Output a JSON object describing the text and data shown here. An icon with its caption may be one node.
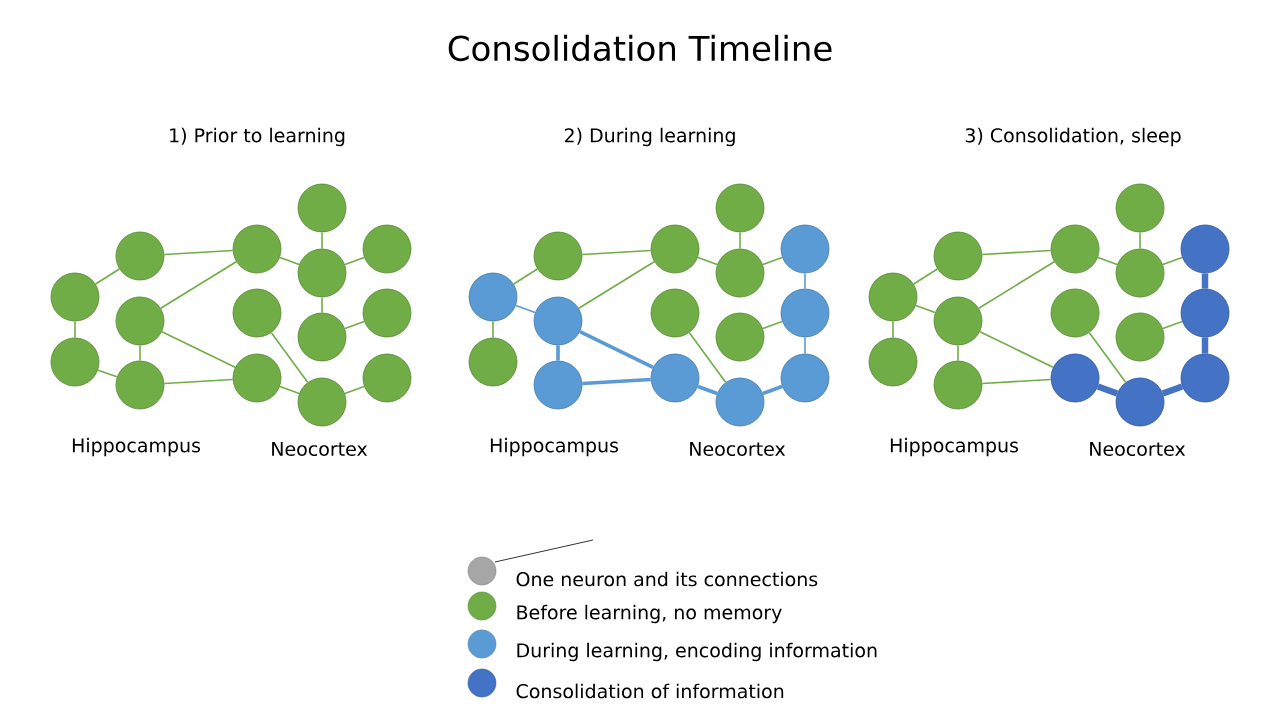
{
  "diagram": {
    "title": "Consolidation Timeline",
    "nodes": [
      {
        "text": [],
        "shape": "circle"
      },
      {
        "text": [],
        "shape": "circle"
      },
      {
        "text": [],
        "shape": "circle"
      },
      {
        "text": [],
        "shape": "circle"
      },
      {
        "text": [],
        "shape": "circle"
      },
      {
        "text": [],
        "shape": "circle"
      },
      {
        "text": [],
        "shape": "circle"
      },
      {
        "text": [],
        "shape": "circle"
      },
      {
        "text": [],
        "shape": "circle"
      },
      {
        "text": [],
        "shape": "circle"
      },
      {
        "text": [],
        "shape": "circle"
      },
      {
        "text": [],
        "shape": "circle"
      },
      {
        "text": [],
        "shape": "circle"
      },
      {
        "text": [],
        "shape": "circle"
      },
      {
        "text": [],
        "shape": "circle"
      },
      {
        "text": [],
        "shape": "circle"
      },
      {
        "text": [],
        "shape": "circle"
      },
      {
        "text": [],
        "shape": "circle"
      },
      {
        "text": [],
        "shape": "circle"
      },
      {
        "text": [],
        "shape": "circle"
      },
      {
        "text": [],
        "shape": "circle"
      },
      {
        "text": [],
        "shape": "circle"
      },
      {
        "text": [],
        "shape": "circle"
      },
      {
        "text": [],
        "shape": "circle"
      },
      {
        "text": [],
        "shape": "circle"
      },
      {
        "text": [],
        "shape": "circle"
      },
      {
        "text": [],
        "shape": "circle"
      },
      {
        "text": [],
        "shape": "circle"
      },
      {
        "text": [],
        "shape": "circle"
      },
      {
        "text": [],
        "shape": "circle"
      },
      {
        "text": [],
        "shape": "circle"
      },
      {
        "text": [],
        "shape": "circle"
      },
      {
        "text": [],
        "shape": "circle"
      },
      {
        "text": [],
        "shape": "circle"
      },
      {
        "text": [],
        "shape": "circle"
      },
      {
        "text": [],
        "shape": "circle"
      },
      {
        "text": [],
        "shape": "circle"
      },
      {
        "text": [],
        "shape": "circle"
      },
      {
        "text": [],
        "shape": "circle"
      },
      {
        "text": [],
        "shape": "circle"
      },
      {
        "text": [],
        "shape": "circle"
      },
      {
        "text": [],
        "shape": "circle"
      },
      {
        "text": [],
        "shape": "circle"
      },
      {
        "text": [],
        "shape": "circle"
      },
      {
        "text": [],
        "shape": "circle"
      }
    ],
    "edges": [
      {
        "from": 0,
        "to": 2,
        "arrow": "none"
      },
      {
        "from": 0,
        "to": 1,
        "arrow": "none"
      },
      {
        "from": 1,
        "to": 4,
        "arrow": "none"
      },
      {
        "from": 2,
        "to": 5,
        "arrow": "none"
      },
      {
        "from": 3,
        "to": 4,
        "arrow": "none"
      },
      {
        "from": 3,
        "to": 5,
        "arrow": "none"
      },
      {
        "from": 3,
        "to": 7,
        "arrow": "none"
      },
      {
        "from": 4,
        "to": 7,
        "arrow": "none"
      },
      {
        "from": 5,
        "to": 9,
        "arrow": "none"
      },
      {
        "from": 8,
        "to": 9,
        "arrow": "none"
      },
      {
        "from": 9,
        "to": 12,
        "arrow": "none"
      },
      {
        "from": 9,
        "to": 10,
        "arrow": "none"
      },
      {
        "from": 10,
        "to": 13,
        "arrow": "none"
      },
      {
        "from": 6,
        "to": 11,
        "arrow": "none"
      },
      {
        "from": 7,
        "to": 11,
        "arrow": "none"
      },
      {
        "from": 11,
        "to": 14,
        "arrow": "none"
      },
      {
        "from": 15,
        "to": 17,
        "arrow": "none"
      },
      {
        "from": 15,
        "to": 18,
        "arrow": "none",
        "color": "#5b9bd5"
      },
      {
        "from": 15,
        "to": 16,
        "arrow": "none"
      },
      {
        "from": 17,
        "to": 20,
        "arrow": "none"
      },
      {
        "from": 18,
        "to": 19,
        "arrow": "none",
        "style": "thick",
        "color": "#5b9bd5"
      },
      {
        "from": 18,
        "to": 20,
        "arrow": "none"
      },
      {
        "from": 18,
        "to": 22,
        "arrow": "none",
        "style": "thick",
        "color": "#5b9bd5"
      },
      {
        "from": 19,
        "to": 22,
        "arrow": "none",
        "style": "thick",
        "color": "#5b9bd5"
      },
      {
        "from": 20,
        "to": 24,
        "arrow": "none"
      },
      {
        "from": 23,
        "to": 24,
        "arrow": "none"
      },
      {
        "from": 24,
        "to": 27,
        "arrow": "none"
      },
      {
        "from": 27,
        "to": 28,
        "arrow": "none",
        "color": "#5b9bd5"
      },
      {
        "from": 28,
        "to": 29,
        "arrow": "none",
        "color": "#5b9bd5"
      },
      {
        "from": 25,
        "to": 28,
        "arrow": "none"
      },
      {
        "from": 21,
        "to": 26,
        "arrow": "none"
      },
      {
        "from": 22,
        "to": 26,
        "arrow": "none",
        "style": "thick",
        "color": "#5b9bd5"
      },
      {
        "from": 26,
        "to": 29,
        "arrow": "none",
        "style": "thick",
        "color": "#5b9bd5"
      },
      {
        "from": 30,
        "to": 32,
        "arrow": "none"
      },
      {
        "from": 30,
        "to": 33,
        "arrow": "none"
      },
      {
        "from": 30,
        "to": 31,
        "arrow": "none"
      },
      {
        "from": 32,
        "to": 35,
        "arrow": "none"
      },
      {
        "from": 33,
        "to": 34,
        "arrow": "none"
      },
      {
        "from": 33,
        "to": 35,
        "arrow": "none"
      },
      {
        "from": 33,
        "to": 37,
        "arrow": "none"
      },
      {
        "from": 34,
        "to": 37,
        "arrow": "none"
      },
      {
        "from": 35,
        "to": 39,
        "arrow": "none"
      },
      {
        "from": 38,
        "to": 39,
        "arrow": "none"
      },
      {
        "from": 39,
        "to": 42,
        "arrow": "none"
      },
      {
        "from": 42,
        "to": 43,
        "arrow": "none",
        "style": "thick",
        "color": "#4472c4"
      },
      {
        "from": 43,
        "to": 44,
        "arrow": "none",
        "style": "thick",
        "color": "#4472c4"
      },
      {
        "from": 40,
        "to": 43,
        "arrow": "none"
      },
      {
        "from": 36,
        "to": 41,
        "arrow": "none"
      },
      {
        "from": 37,
        "to": 41,
        "arrow": "none",
        "style": "thick",
        "color": "#4472c4"
      },
      {
        "from": 41,
        "to": 44,
        "arrow": "none",
        "style": "thick",
        "color": "#4472c4"
      }
    ],
    "labels": [
      "1) Prior to learning",
      "2) During learning",
      "3) Consolidation, sleep",
      "Hippocampus",
      "Neocortex",
      "Hippocampus",
      "Neocortex",
      "Hippocampus",
      "Neocortex"
    ],
    "legend": [
      {
        "text": "One neuron and its connections"
      },
      {
        "text": "Before learning, no memory",
        "color": "#70ad47"
      },
      {
        "text": "During learning, encoding information",
        "color": "#5b9bd5"
      },
      {
        "text": "Consolidation of information",
        "color": "#4472c4"
      }
    ]
  }
}
